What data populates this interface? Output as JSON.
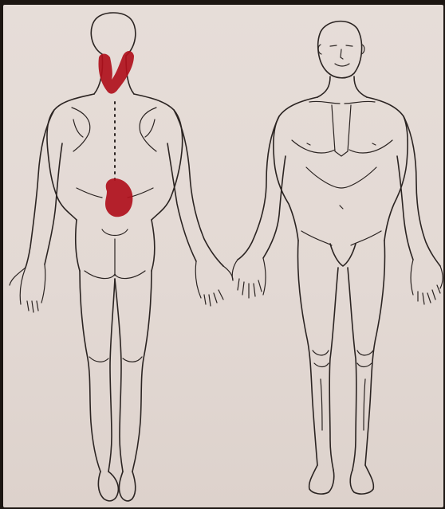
{
  "diagram": {
    "figures": [
      "back-view",
      "front-view"
    ],
    "pain_color": "#b0101c",
    "pain_regions": [
      "neck",
      "lower-back"
    ]
  }
}
